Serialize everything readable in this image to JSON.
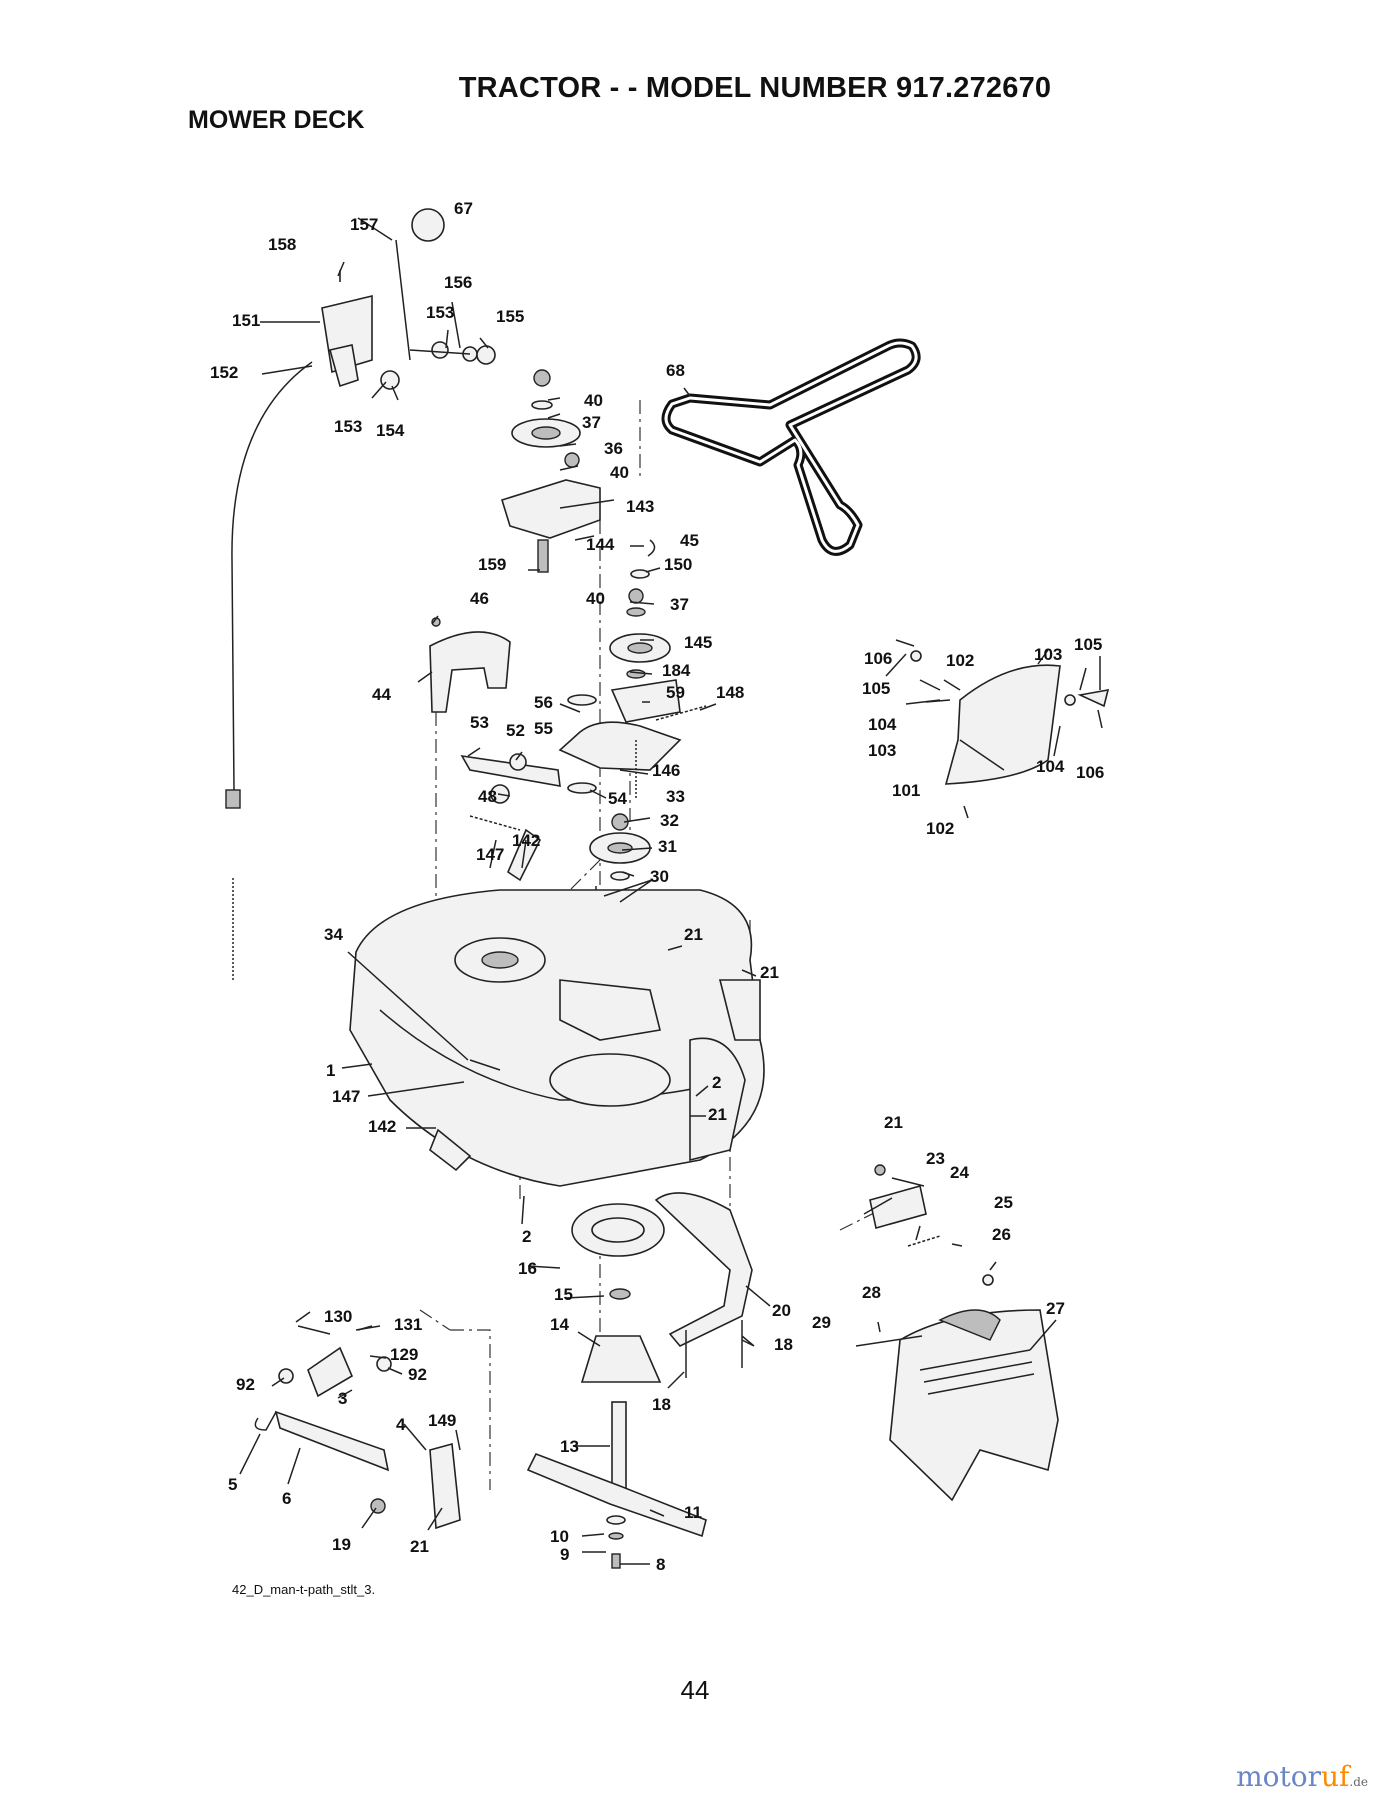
{
  "header": {
    "title": "TRACTOR - - MODEL NUMBER  917.272670",
    "section": "MOWER DECK"
  },
  "footer": {
    "file_ref": "42_D_man-t-path_stlt_3.",
    "page_number": "44"
  },
  "watermark": {
    "brand_a": "motor",
    "brand_b": "uf",
    "tld": ".de",
    "colors": {
      "brand_a": "#6a86c8",
      "brand_b": "#ff8a00"
    }
  },
  "callouts": [
    "67",
    "157",
    "158",
    "156",
    "153",
    "155",
    "151",
    "152",
    "153",
    "154",
    "68",
    "40",
    "37",
    "36",
    "40",
    "143",
    "144",
    "45",
    "150",
    "159",
    "40",
    "37",
    "145",
    "184",
    "46",
    "44",
    "56",
    "59",
    "148",
    "55",
    "53",
    "52",
    "146",
    "48",
    "54",
    "33",
    "32",
    "31",
    "30",
    "147",
    "142",
    "34",
    "21",
    "21",
    "1",
    "147",
    "142",
    "2",
    "21",
    "2",
    "106",
    "102",
    "103",
    "105",
    "105",
    "104",
    "103",
    "104",
    "106",
    "101",
    "102",
    "21",
    "23",
    "24",
    "25",
    "26",
    "16",
    "15",
    "14",
    "20",
    "18",
    "18",
    "28",
    "27",
    "29",
    "130",
    "131",
    "129",
    "92",
    "92",
    "3",
    "4",
    "149",
    "5",
    "6",
    "19",
    "21",
    "13",
    "11",
    "10",
    "9",
    "8"
  ]
}
